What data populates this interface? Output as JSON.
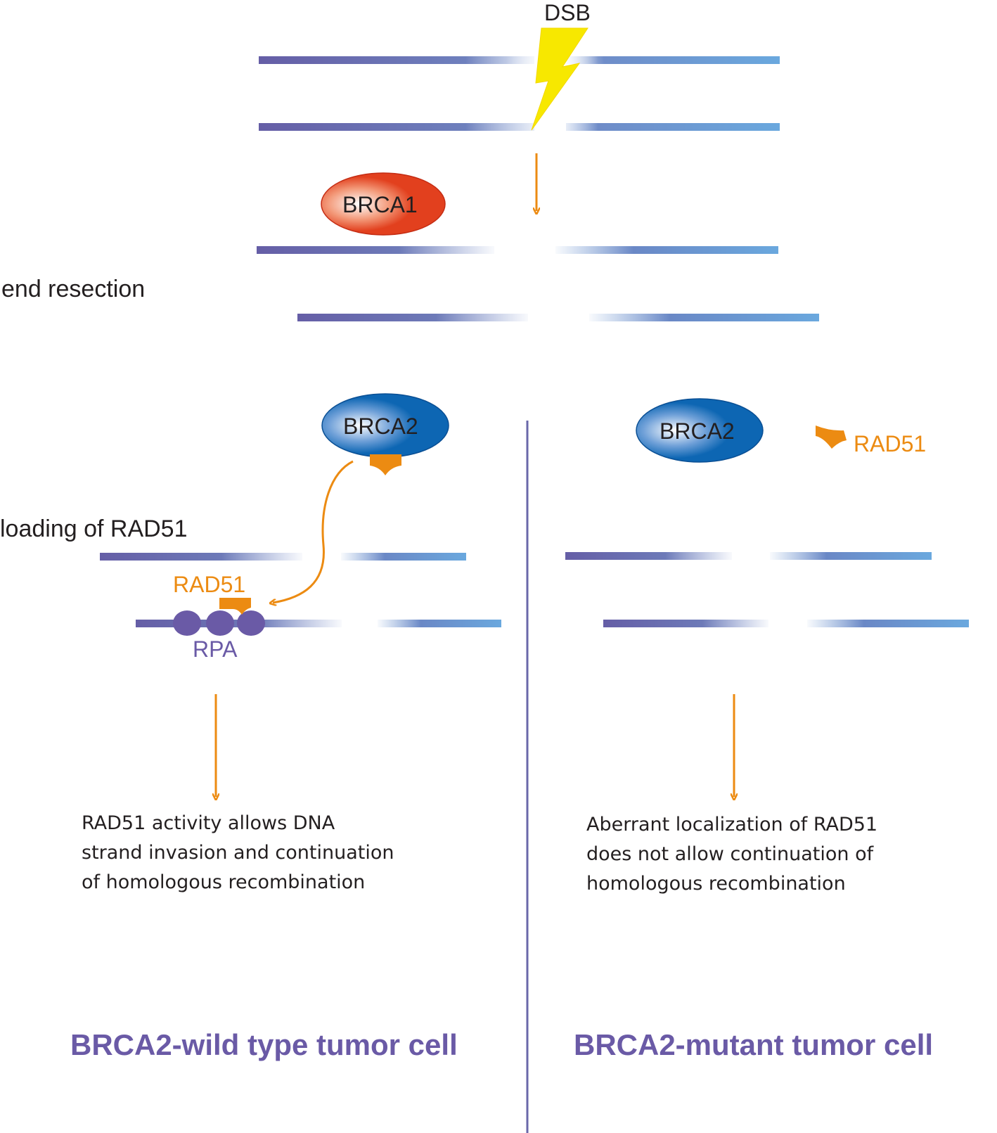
{
  "labels": {
    "dsb": "DSB",
    "brca1": "BRCA1",
    "end_resection": "end resection",
    "brca2_left": "BRCA2",
    "brca2_right": "BRCA2",
    "loading_rad51": "loading of RAD51",
    "rad51_left": "RAD51",
    "rad51_right": "RAD51",
    "rpa": "RPA"
  },
  "outcomes": {
    "wild_type": {
      "lines": [
        "RAD51 activity allows DNA",
        "strand invasion and continuation",
        "of homologous recombination"
      ],
      "title": "BRCA2-wild type tumor cell"
    },
    "mutant": {
      "lines": [
        "Aberrant localization of RAD51",
        "does not allow continuation of",
        "homologous recombination"
      ],
      "title": "BRCA2-mutant tumor cell"
    }
  },
  "colors": {
    "dna_dark": "#6a5aa6",
    "dna_light": "#6aa6dc",
    "arrow": "#ec8b12",
    "brca1": "#e2401e",
    "brca2": "#0d66b3",
    "lightning": "#f7e800",
    "divider": "#6a68aa"
  }
}
